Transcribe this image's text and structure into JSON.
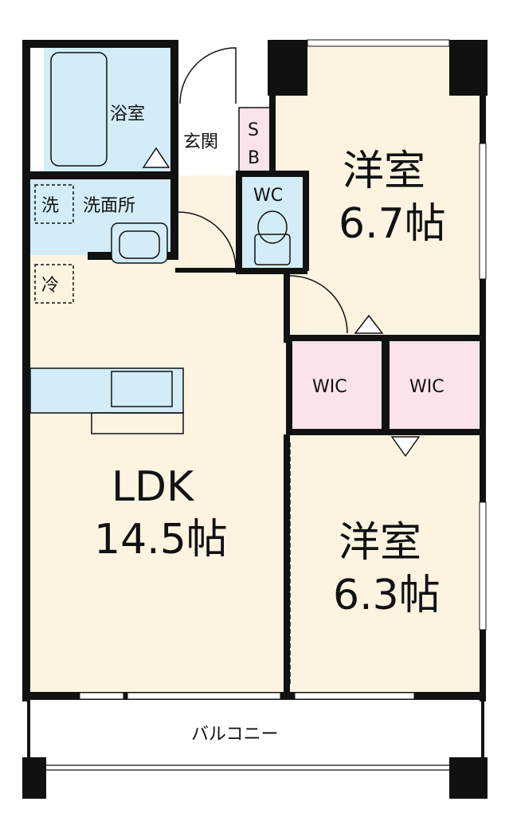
{
  "rooms": {
    "bath": "浴室",
    "entrance": "玄関",
    "sb_top": "S",
    "sb_bottom": "B",
    "washroom": "洗面所",
    "washer_mark": "洗",
    "fridge_mark": "冷",
    "wc": "WC",
    "western1_name": "洋室",
    "western1_size": "6.7帖",
    "wic_left": "WIC",
    "wic_right": "WIC",
    "ldk_name": "LDK",
    "ldk_size": "14.5帖",
    "western2_name": "洋室",
    "western2_size": "6.3帖",
    "balcony": "バルコニー"
  },
  "colors": {
    "wall": "#111111",
    "room_floor": "#fdf3e1",
    "wet_area": "#d3ecf7",
    "closet": "#fbe3ea",
    "entry": "#ffffff"
  }
}
